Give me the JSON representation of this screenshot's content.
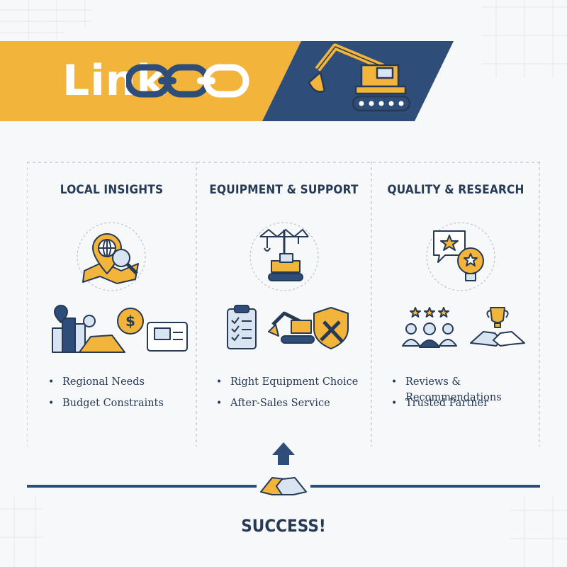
{
  "brand": {
    "logo_text": "Link"
  },
  "columns": [
    {
      "title": "LOCAL INSIGHTS",
      "main_icon": "globe-map-pin-magnifier-icon",
      "sub_icons": [
        "city-location-icon",
        "dollar-coin-icon",
        "blueprint-icon"
      ],
      "bullets": [
        "Regional Needs",
        "Budget Constraints"
      ]
    },
    {
      "title": "EQUIPMENT & SUPPORT",
      "main_icon": "crane-vehicle-icon",
      "sub_icons": [
        "checklist-clipboard-icon",
        "excavator-icon",
        "shield-tools-icon"
      ],
      "bullets": [
        "Right Equipment Choice",
        "After-Sales Service"
      ]
    },
    {
      "title": "QUALITY & RESEARCH",
      "main_icon": "review-star-lightbulb-icon",
      "sub_icons": [
        "rated-team-icon",
        "trophy-handshake-icon"
      ],
      "bullets": [
        "Reviews & Recommendations",
        "Trusted Partner"
      ]
    }
  ],
  "footer": {
    "label": "SUCCESS!",
    "icon": "handshake-icon",
    "arrow_icon": "up-arrow-icon"
  },
  "colors": {
    "navy": "#2f4d79",
    "gold": "#f2b43a",
    "text": "#263a55",
    "background": "#f7f8f9"
  }
}
